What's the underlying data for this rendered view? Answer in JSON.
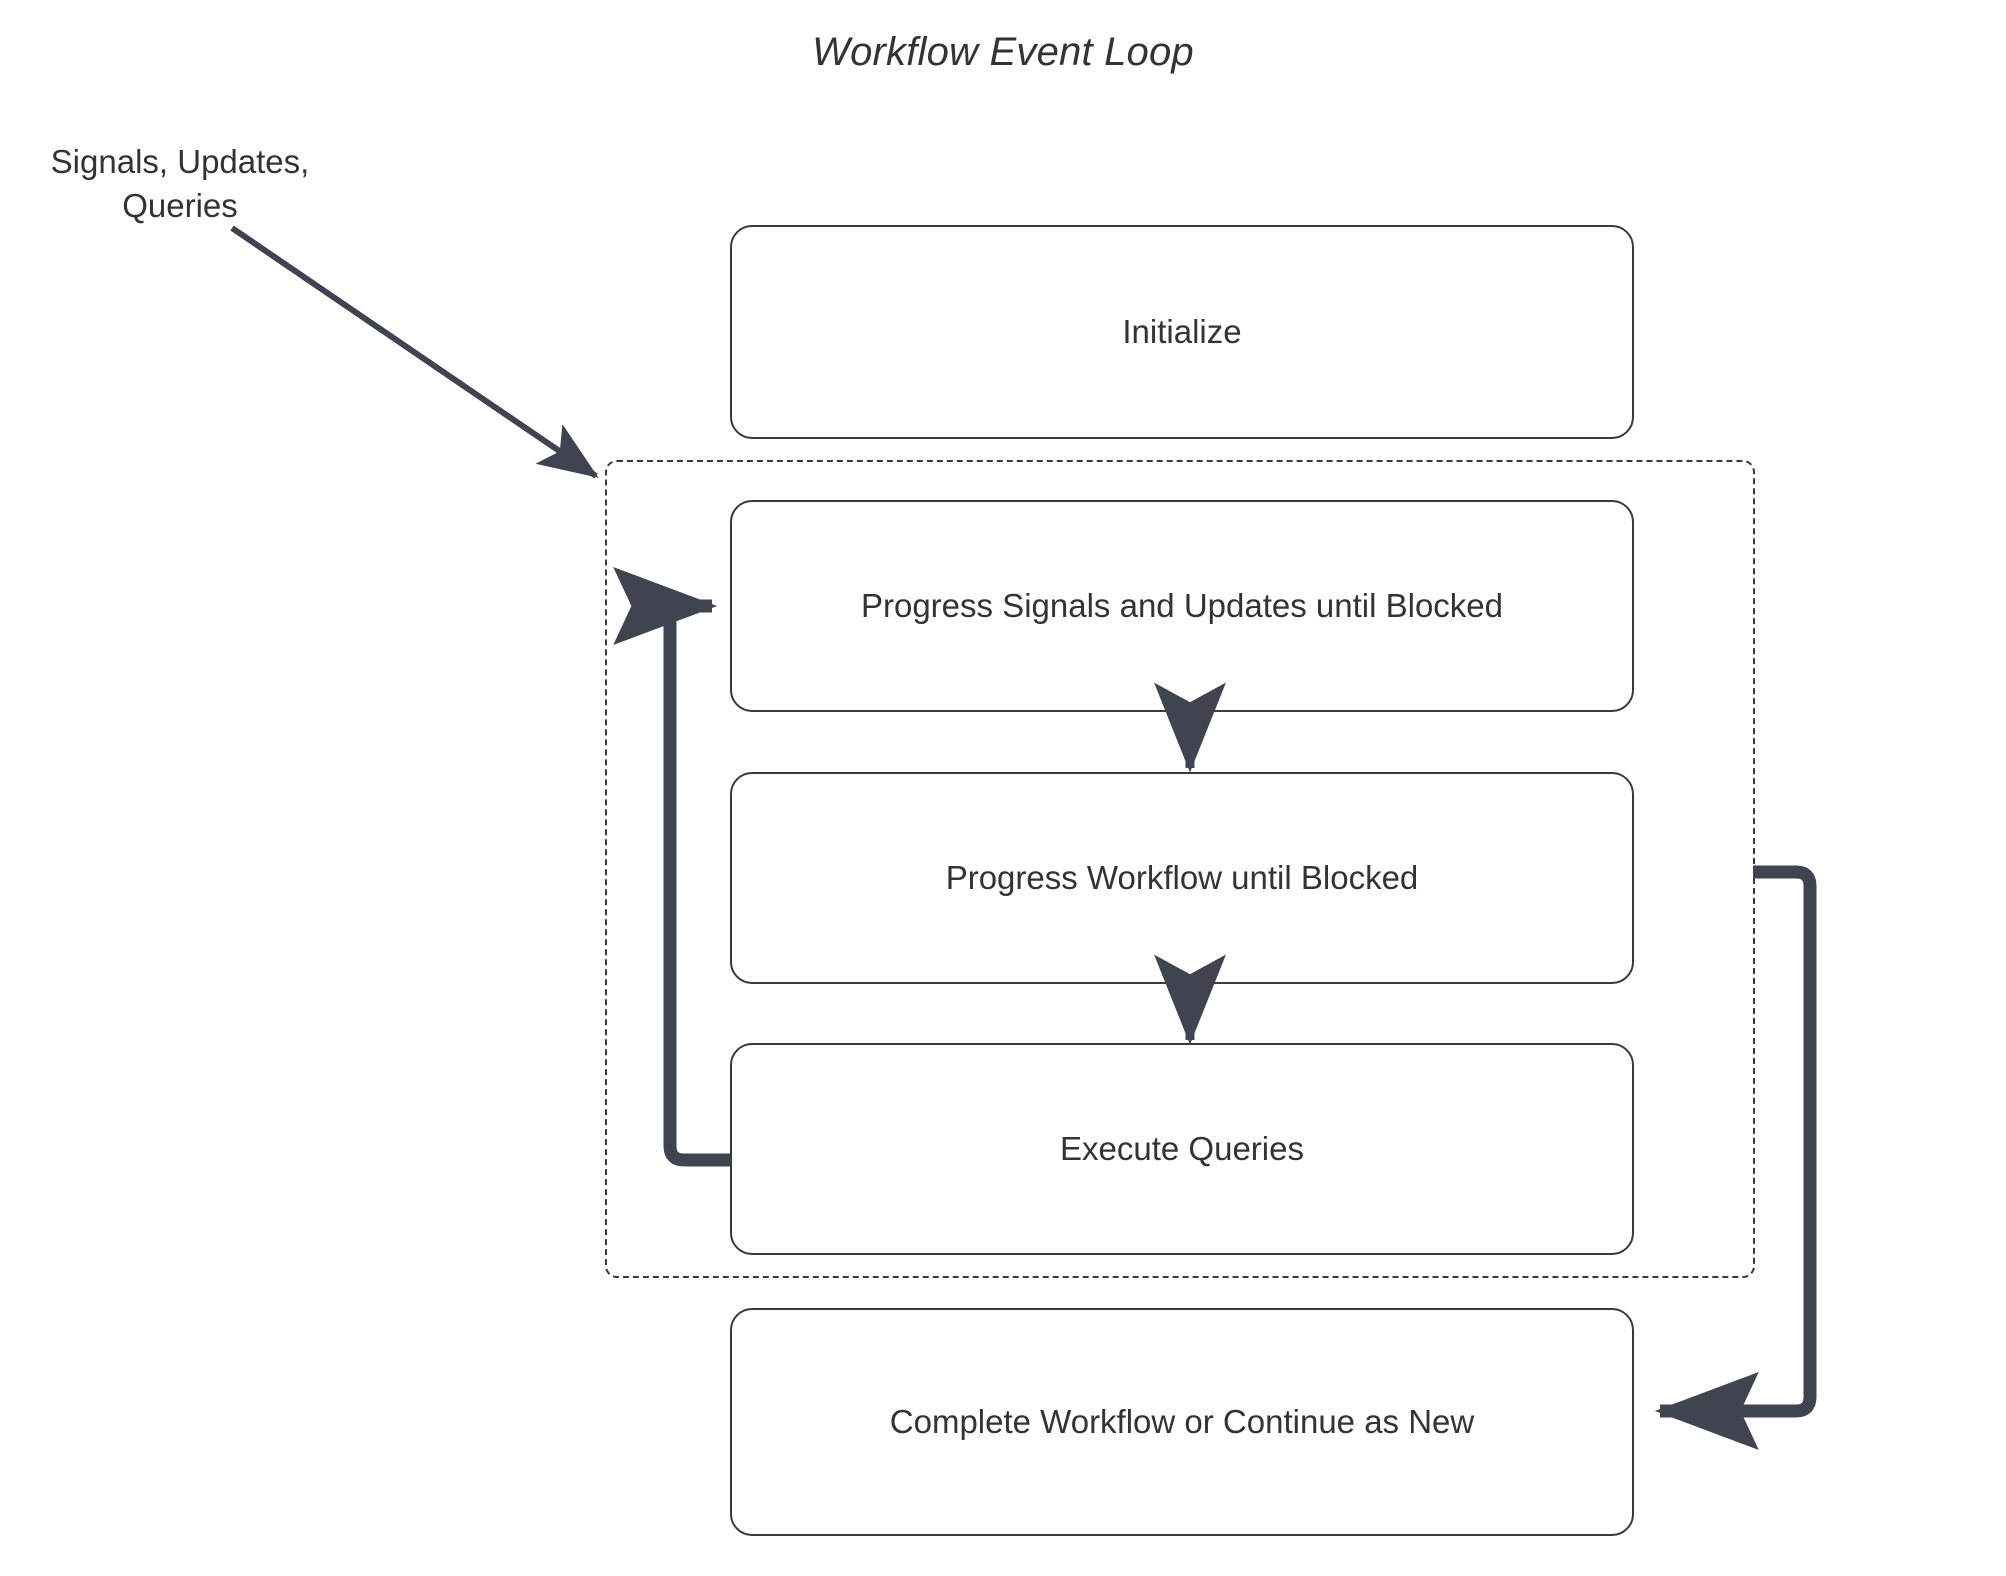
{
  "diagram": {
    "title": "Workflow Event Loop",
    "external_input_label": "Signals, Updates,\nQueries",
    "nodes": [
      {
        "id": "initialize",
        "label": "Initialize"
      },
      {
        "id": "progress-signals",
        "label": "Progress Signals and Updates until Blocked"
      },
      {
        "id": "progress-workflow",
        "label": "Progress Workflow until Blocked"
      },
      {
        "id": "execute-queries",
        "label": "Execute Queries"
      },
      {
        "id": "complete-workflow",
        "label": "Complete Workflow or Continue as New"
      }
    ],
    "loop_group": {
      "label": "",
      "border_style": "dashed"
    },
    "edges": [
      {
        "from": "external-input",
        "to": "loop-group",
        "style": "thin-arrow",
        "label": ""
      },
      {
        "from": "progress-signals",
        "to": "progress-workflow",
        "style": "thin-arrow",
        "label": ""
      },
      {
        "from": "progress-workflow",
        "to": "execute-queries",
        "style": "thin-arrow",
        "label": ""
      },
      {
        "from": "execute-queries",
        "to": "progress-signals",
        "style": "thick-loop-left",
        "label": ""
      },
      {
        "from": "loop-group",
        "to": "complete-workflow",
        "style": "thick-loop-right",
        "label": ""
      }
    ],
    "colors": {
      "node_border": "#3a3a3a",
      "node_fill": "#ffffff",
      "text": "#333333",
      "thin_arrow": "#3f4450",
      "thick_arrow": "#3f4450",
      "group_border": "#3a3a3a",
      "background": "#ffffff"
    }
  }
}
